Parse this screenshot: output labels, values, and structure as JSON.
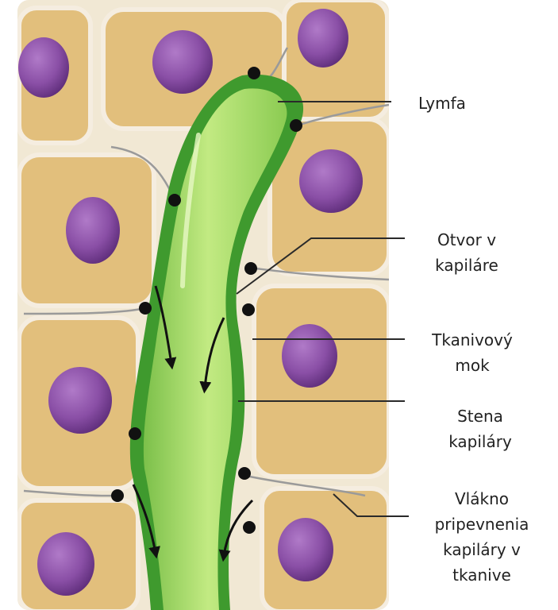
{
  "labels": {
    "lymfa": [
      "Lymfa"
    ],
    "otvor": [
      "Otvor v",
      "kapiláre"
    ],
    "tkanivovy": [
      "Tkanivový",
      "mok"
    ],
    "stena": [
      "Stena",
      "kapiláry"
    ],
    "vlakno": [
      "Vlákno",
      "pripevnenia",
      "kapiláry v",
      "tkanive"
    ]
  },
  "colors": {
    "tissue_bg": "#d6b678",
    "cell_fill": "#e2bf7c",
    "cell_border": "#f3ead8",
    "nucleus": "#8a4fa6",
    "capillary_wall": "#3f9a2e",
    "capillary_inner": "#b3e26e",
    "fiber_node": "#111111"
  }
}
